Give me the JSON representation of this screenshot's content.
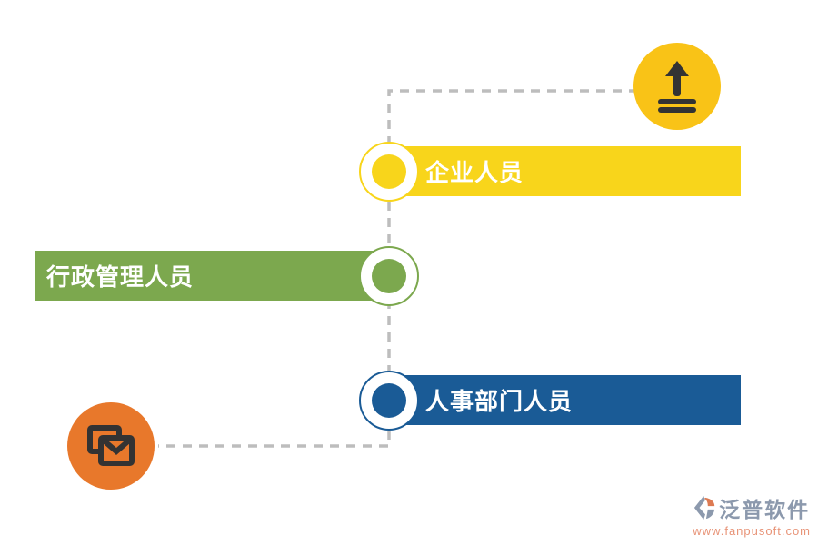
{
  "connector": {
    "color": "#BDBDBD"
  },
  "upload_node": {
    "icon": "upload",
    "bg": "#F9C317",
    "glyph": "#333333"
  },
  "mail_node": {
    "icon": "mail",
    "bg": "#E8782B",
    "glyph": "#333333"
  },
  "bars": [
    {
      "label": "企业人员",
      "color": "#F8D51B"
    },
    {
      "label": "行政管理人员",
      "color": "#7CA84E"
    },
    {
      "label": "人事部门人员",
      "color": "#1A5B96"
    }
  ],
  "watermark": {
    "title": "泛普软件",
    "url": "www.fanpusoft.com",
    "title_color": "#8C99AD",
    "url_color": "#E89478",
    "logo_gray": "#8C99AD",
    "logo_orange": "#DD7A52"
  }
}
